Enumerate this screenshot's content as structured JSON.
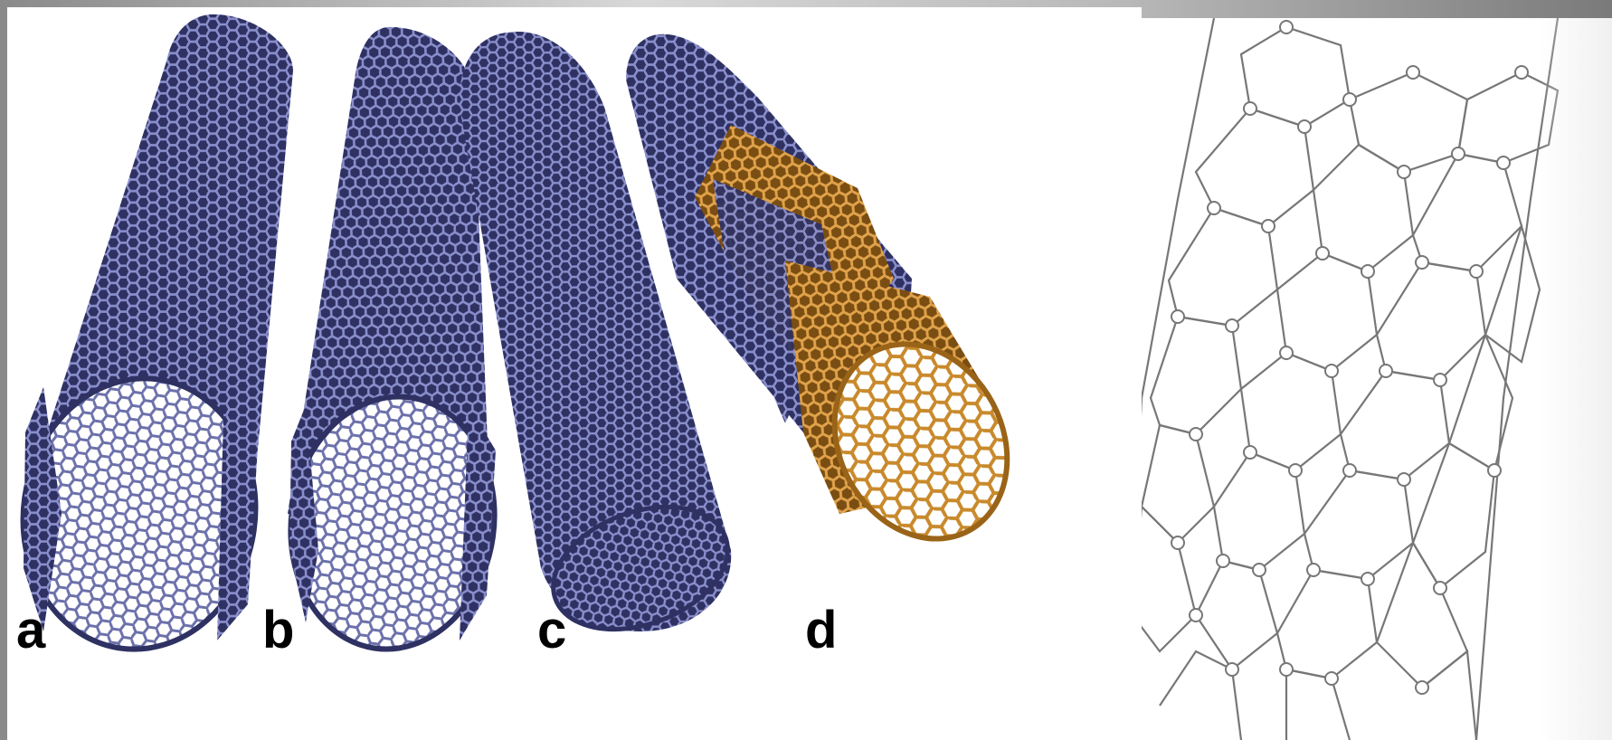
{
  "figure": {
    "panels": [
      {
        "id": "a",
        "label": "a",
        "tube_color": "#4b4f86"
      },
      {
        "id": "b",
        "label": "b",
        "tube_color": "#4b4f86"
      },
      {
        "id": "c",
        "label": "c",
        "tube_color": "#4b4f86"
      },
      {
        "id": "d",
        "label": "d",
        "outer_color": "#3d4078",
        "inner_color": "#c98a2c"
      }
    ],
    "side_illustration": {
      "stroke_color": "#777777"
    }
  }
}
